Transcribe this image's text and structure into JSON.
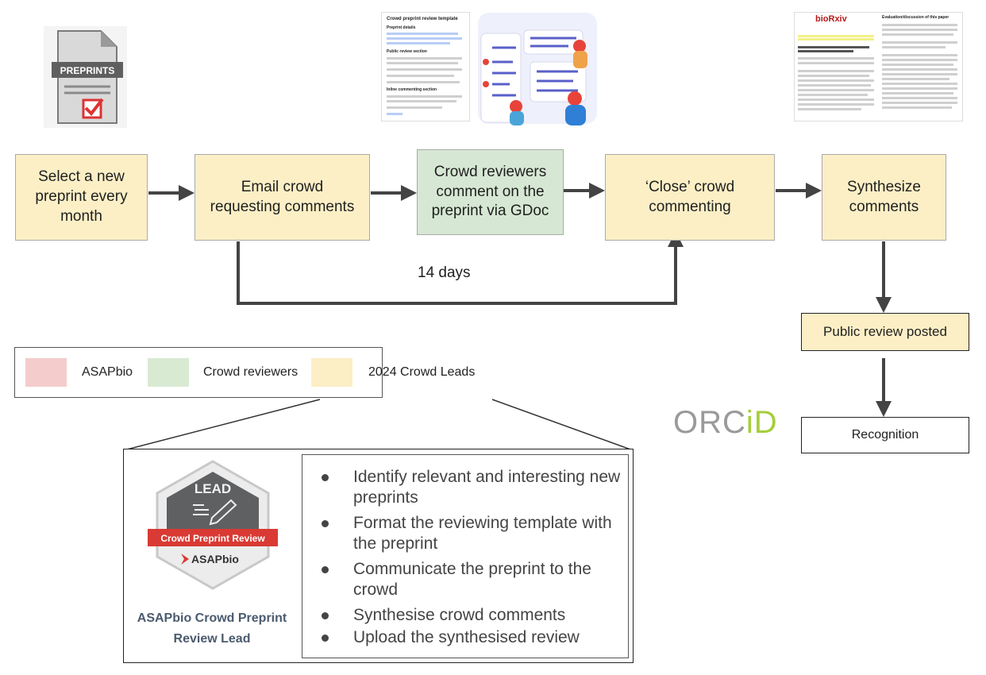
{
  "process": {
    "select": "Select a new preprint every month",
    "email": "Email crowd requesting comments",
    "comment": "Crowd reviewers comment on the preprint via GDoc",
    "close": "‘Close’ crowd commenting",
    "synthesize": "Synthesize comments",
    "public": "Public review posted",
    "recognition": "Recognition",
    "days": "14 days"
  },
  "legend": {
    "items": [
      {
        "label": "ASAPbio",
        "color": "#f4cccc"
      },
      {
        "label": "Crowd reviewers",
        "color": "#d9ead3"
      },
      {
        "label": "2024 Crowd Leads",
        "color": "#fcefc6"
      }
    ]
  },
  "lead": {
    "badge_top": "LEAD",
    "badge_ribbon": "Crowd Preprint Review",
    "badge_org": "ASAPbio",
    "caption": "ASAPbio Crowd Preprint Review Lead",
    "tasks": [
      "Identify relevant and interesting new preprints",
      "Format the reviewing template with the preprint",
      "Communicate the preprint to the crowd",
      "Synthesise crowd comments",
      "Upload the synthesised review"
    ]
  },
  "images": {
    "preprints_label": "PREPRINTS",
    "template_title": "Crowd preprint review template",
    "template_section1": "Preprint details",
    "template_section2": "Public review section",
    "template_section3": "Inline commenting section",
    "biorxiv_logo": "bioRxiv",
    "biorxiv_panel_title": "Evaluation/discussion of this paper",
    "orcid_main": "ORC",
    "orcid_id": "iD"
  },
  "colors": {
    "yellow": "#fcefc6",
    "green": "#d6e8d3",
    "red": "#f4cccc",
    "arrow": "#444444"
  }
}
